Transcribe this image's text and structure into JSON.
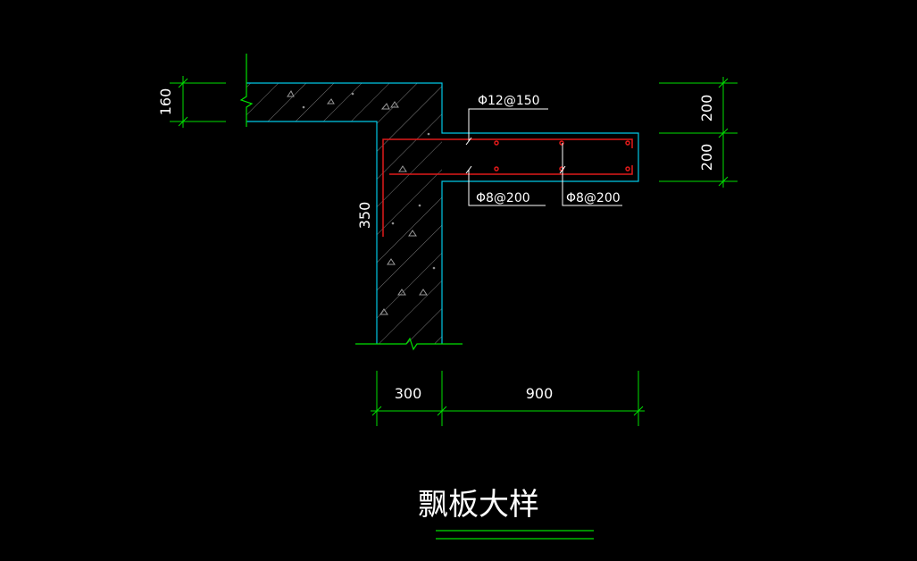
{
  "drawing": {
    "title": "飘板大样",
    "colors": {
      "background": "#000000",
      "concrete_outline": "#00c8e6",
      "dimension": "#00e000",
      "rebar": "#e01a1a",
      "leader": "#ffffff",
      "hatch": "#8a8a8a",
      "title_underline": "#00e000"
    },
    "dimensions": {
      "slab_thickness": "160",
      "wall_height": "350",
      "wall_width": "300",
      "canopy_length": "900",
      "right_upper": "200",
      "right_lower": "200"
    },
    "rebar_labels": {
      "top": "Φ12@150",
      "bottom_left": "Φ8@200",
      "bottom_right": "Φ8@200"
    }
  }
}
